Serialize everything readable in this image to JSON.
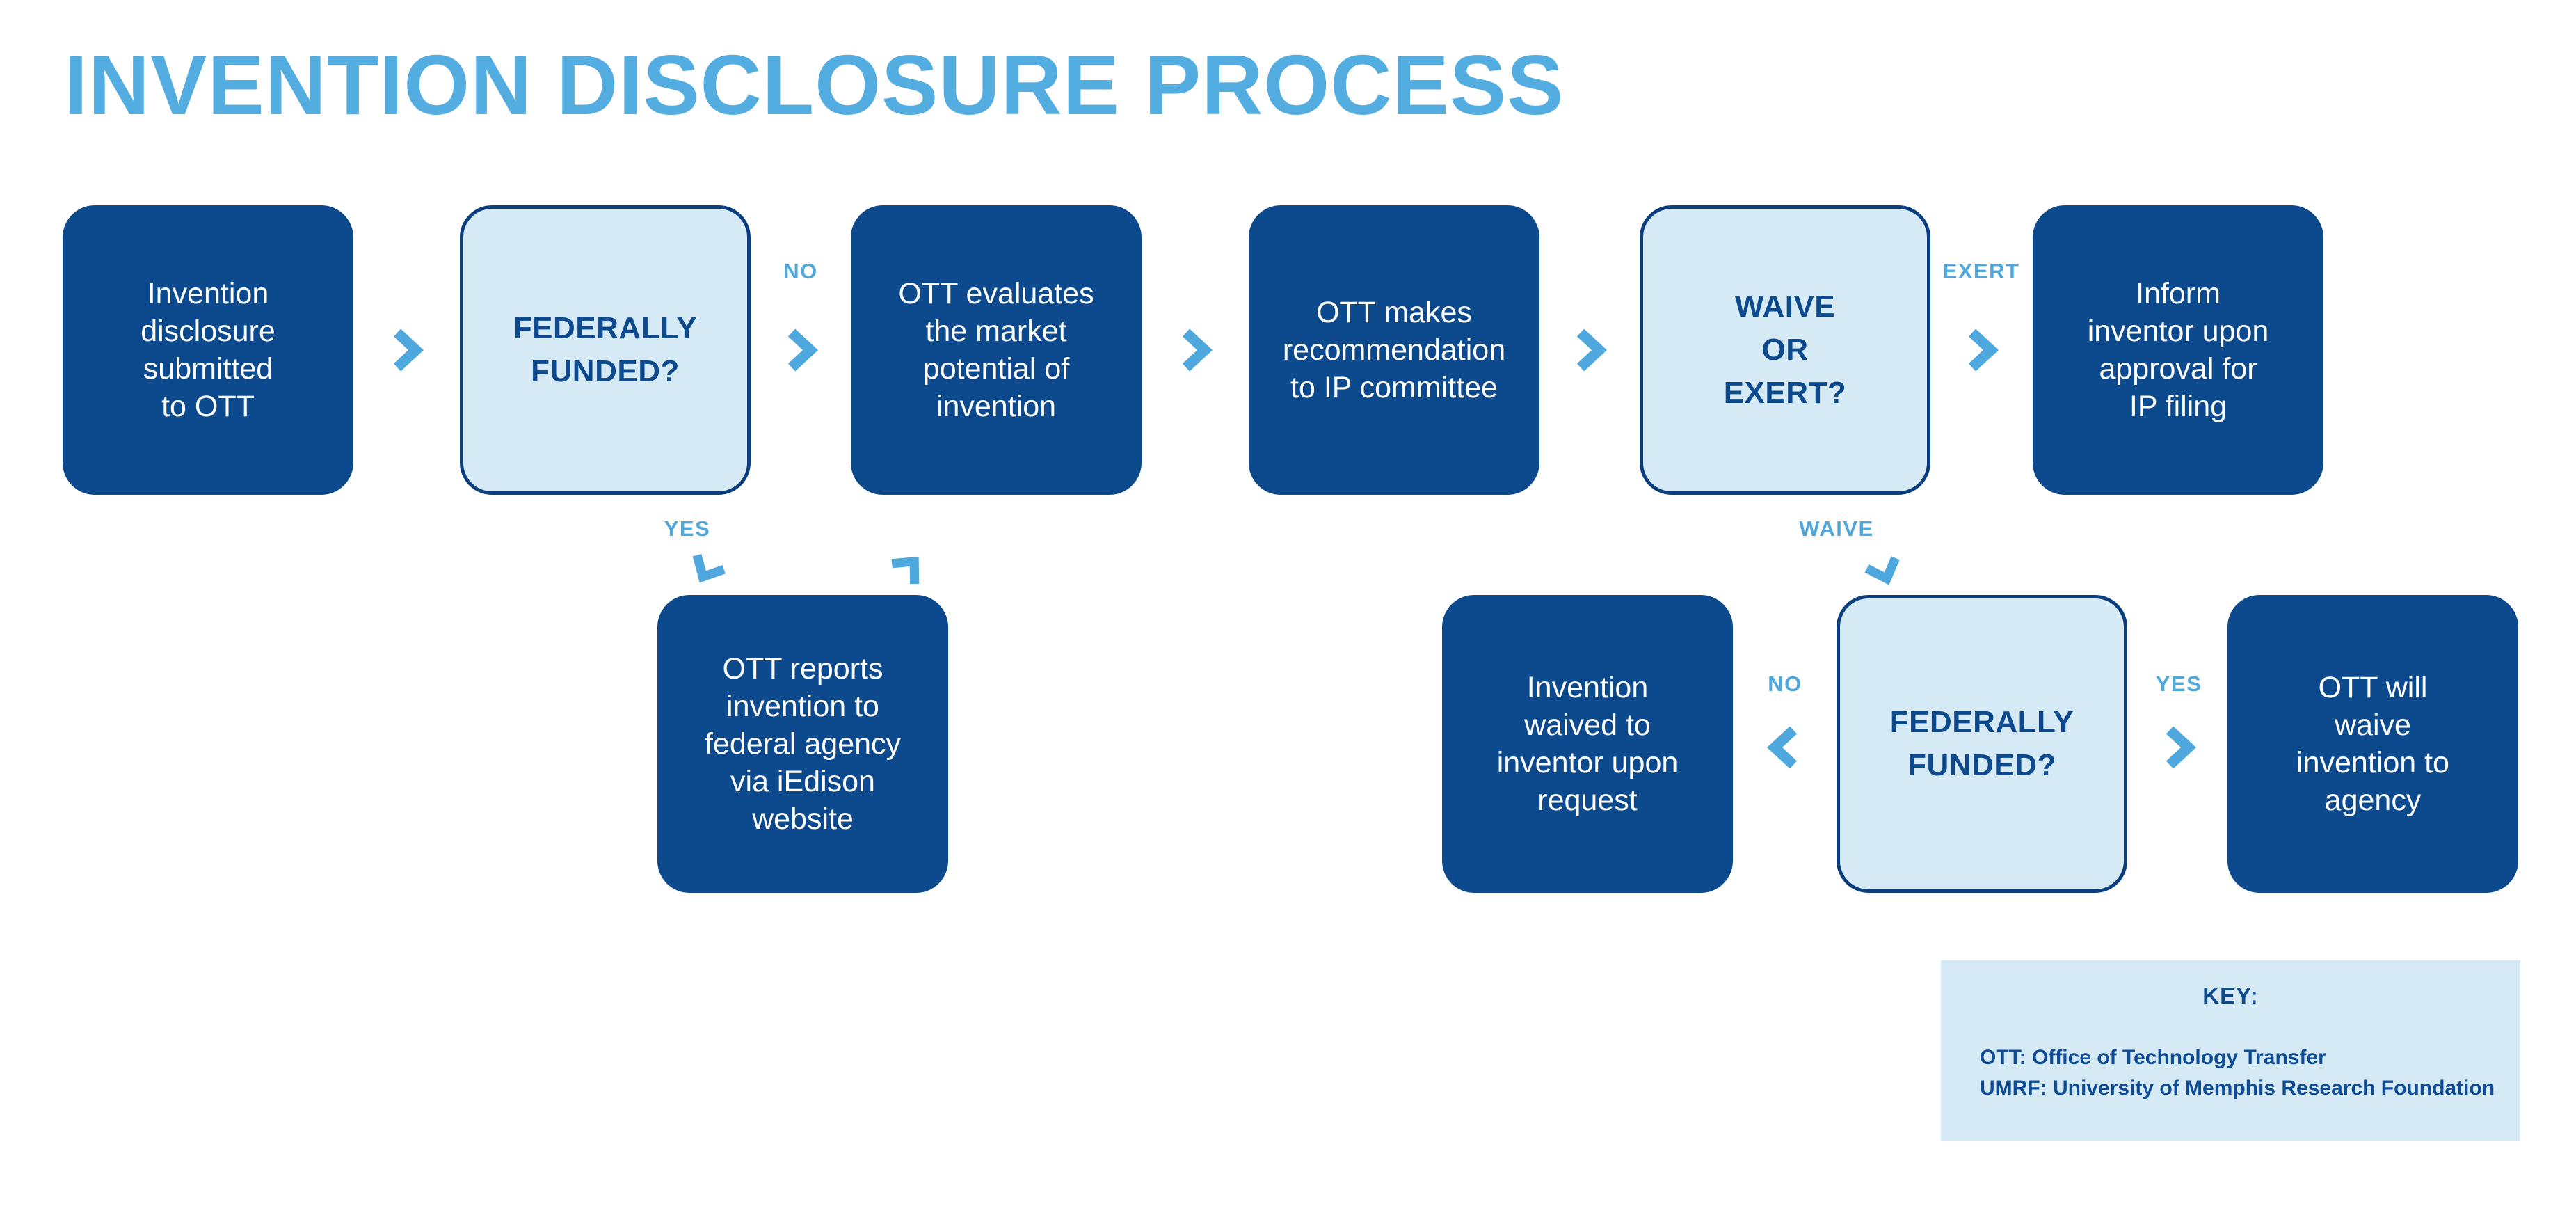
{
  "title": "INVENTION DISCLOSURE PROCESS",
  "colors": {
    "accent_light_blue": "#4ea8dd",
    "title_blue": "#54ade1",
    "navy_box_fill": "#0d4a8d",
    "navy_border": "#0a3e7f",
    "light_box_fill": "#d6eaf5",
    "key_text_navy": "#0f4c96",
    "background": "#ffffff"
  },
  "nodes": [
    {
      "id": "invention-disclosure",
      "type": "process",
      "text": "Invention\ndisclosure\nsubmitted\nto OTT"
    },
    {
      "id": "federally-funded-1",
      "type": "decision",
      "text": "FEDERALLY\nFUNDED?"
    },
    {
      "id": "ott-evaluates",
      "type": "process",
      "text": "OTT evaluates\nthe market\npotential of\ninvention"
    },
    {
      "id": "ott-recommendation",
      "type": "process",
      "text": "OTT makes\nrecommendation\nto IP committee"
    },
    {
      "id": "waive-or-exert",
      "type": "decision",
      "text": "WAIVE\nOR\nEXERT?"
    },
    {
      "id": "inform-inventor",
      "type": "process",
      "text": "Inform\ninventor upon\napproval for\nIP filing"
    },
    {
      "id": "ott-reports-iedison",
      "type": "process",
      "text": "OTT reports\ninvention to\nfederal agency\nvia iEdison\nwebsite"
    },
    {
      "id": "invention-waived",
      "type": "process",
      "text": "Invention\nwaived to\ninventor upon\nrequest"
    },
    {
      "id": "federally-funded-2",
      "type": "decision",
      "text": "FEDERALLY\nFUNDED?"
    },
    {
      "id": "ott-waive-agency",
      "type": "process",
      "text": "OTT will\nwaive\ninvention to\nagency"
    }
  ],
  "labels": {
    "no1": "NO",
    "yes1": "YES",
    "exert": "EXERT",
    "waive": "WAIVE",
    "no2": "NO",
    "yes2": "YES"
  },
  "icons": {
    "flow_arrow": "chevron",
    "turn_arrow": "rotated-chevron"
  },
  "key": {
    "heading": "KEY:",
    "entries": [
      "OTT: Office of Technology Transfer",
      "UMRF: University of Memphis Research Foundation"
    ]
  }
}
